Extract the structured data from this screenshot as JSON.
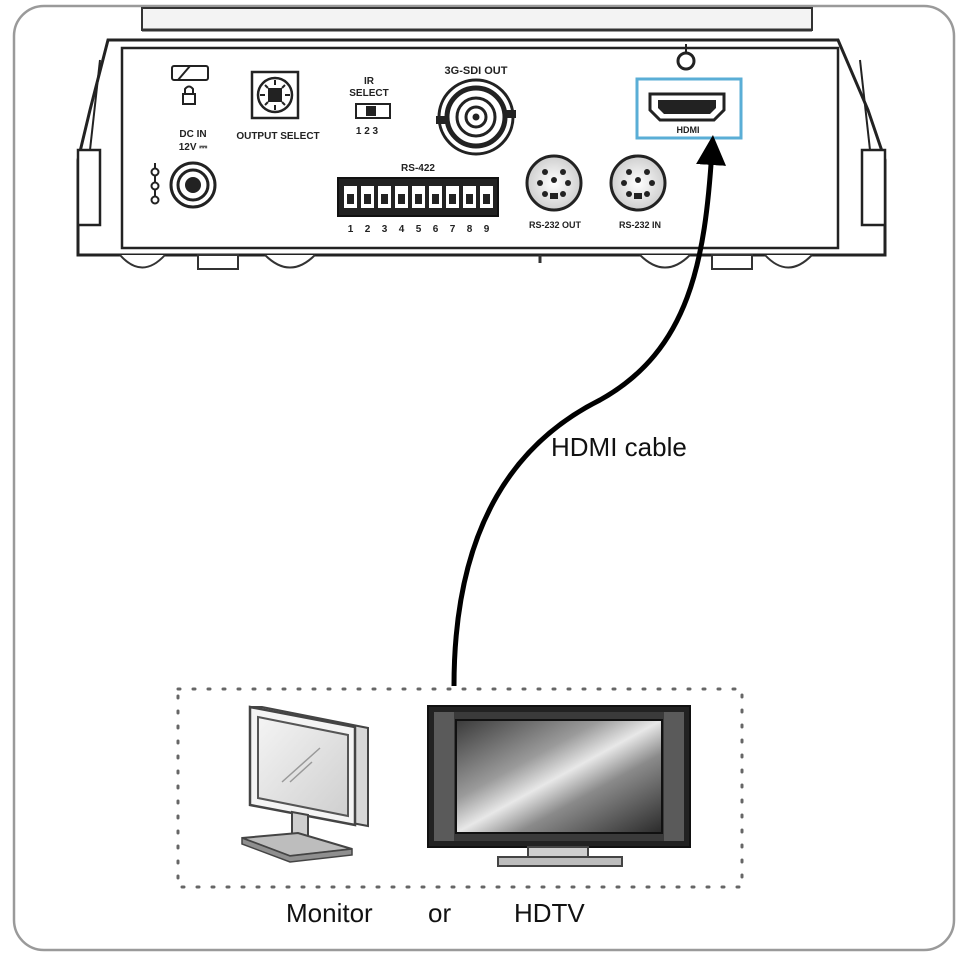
{
  "device": {
    "ports": {
      "dc_in": "DC IN",
      "dc_in_voltage": "12V ⎓",
      "output_select": "OUTPUT SELECT",
      "ir": "IR",
      "ir_select": "SELECT",
      "ir_positions": "1 2 3",
      "sdi_out": "3G-SDI OUT",
      "rs422": "RS-422",
      "rs422_pins": [
        "1",
        "2",
        "3",
        "4",
        "5",
        "6",
        "7",
        "8",
        "9"
      ],
      "rs232_out": "RS-232 OUT",
      "rs232_in": "RS-232 IN",
      "hdmi": "HDMI"
    },
    "icons": [
      "kensington-lock-icon",
      "dip-switch-icon",
      "hdmi-port-icon",
      "bnc-connector-icon",
      "mini-din-connector-icon"
    ],
    "highlight_color": "#5aaed6"
  },
  "cable": {
    "label": "HDMI cable"
  },
  "displays": {
    "monitor_label": "Monitor",
    "or_label": "or",
    "hdtv_label": "HDTV"
  }
}
